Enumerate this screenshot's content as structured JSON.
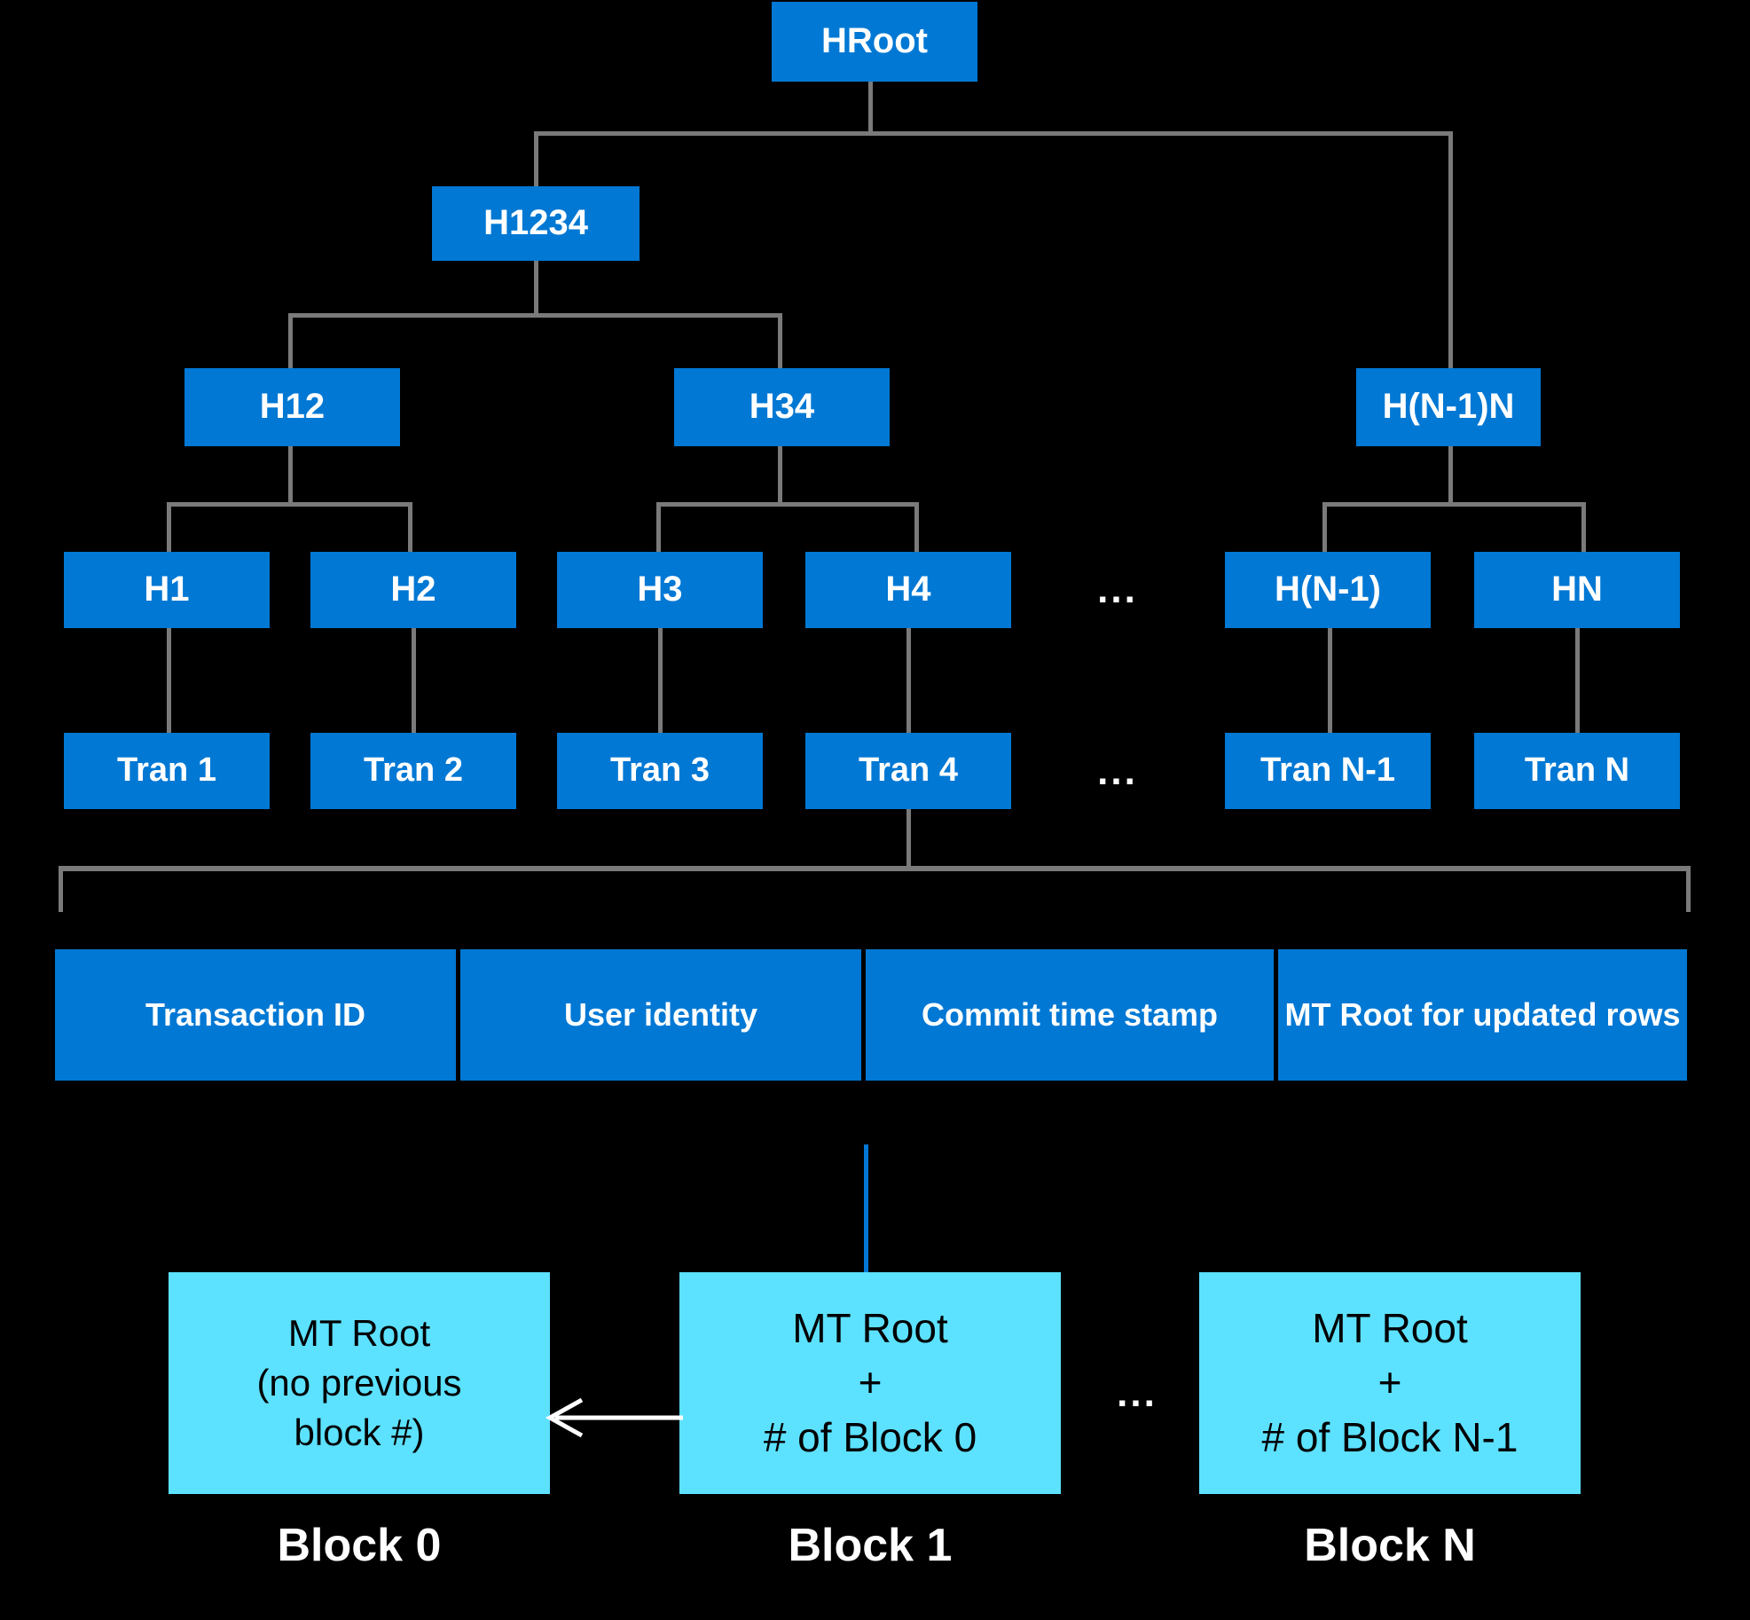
{
  "diagram": {
    "title": "Merkle tree and blockchain ledger structure",
    "colors": {
      "background": "#000000",
      "node_blue": "#0078D4",
      "block_cyan": "#5CE1FF",
      "connector_gray": "#7A7A7A",
      "text_light": "#FFFFFF",
      "text_dark": "#000000"
    },
    "ellipsis": "..."
  },
  "merkle": {
    "root": {
      "label": "HRoot"
    },
    "level2": [
      {
        "label": "H1234"
      }
    ],
    "level3": [
      {
        "label": "H12"
      },
      {
        "label": "H34"
      },
      {
        "label": "H(N-1)N"
      }
    ],
    "level4": [
      {
        "label": "H1"
      },
      {
        "label": "H2"
      },
      {
        "label": "H3"
      },
      {
        "label": "H4"
      },
      {
        "label": "H(N-1)"
      },
      {
        "label": "HN"
      }
    ],
    "transactions": [
      {
        "label": "Tran 1"
      },
      {
        "label": "Tran 2"
      },
      {
        "label": "Tran 3"
      },
      {
        "label": "Tran 4"
      },
      {
        "label": "Tran N-1"
      },
      {
        "label": "Tran N"
      }
    ]
  },
  "transaction_fields": [
    {
      "label": "Transaction ID"
    },
    {
      "label": "User identity"
    },
    {
      "label": "Commit time stamp"
    },
    {
      "label": "MT Root for updated rows"
    }
  ],
  "blockchain": {
    "blocks": [
      {
        "caption": "Block 0",
        "lines": [
          "MT Root",
          "(no previous",
          "block #)"
        ]
      },
      {
        "caption": "Block 1",
        "lines": [
          "MT Root",
          "+",
          "# of Block 0"
        ]
      },
      {
        "caption": "Block N",
        "lines": [
          "MT Root",
          "+",
          "# of Block N-1"
        ]
      }
    ]
  }
}
